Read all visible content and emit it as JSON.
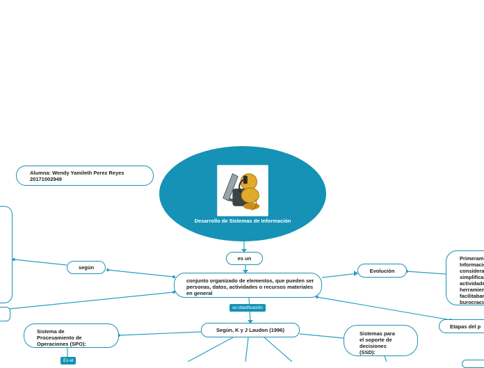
{
  "central": {
    "title": "Desarrollo de Sistemas de Información",
    "image": "person-with-laptop-illustration"
  },
  "nodes": {
    "student": "Alumna: Wendy Yamileth Perez Reyes 20171002949",
    "es_un": "es un",
    "definition": "conjunto organizado de elementos, que pueden ser personas, datos, actividades o recursos materiales en general",
    "segun": "según",
    "evolucion": "Evolución",
    "evolucion_detail": "Primeramente Información considerados simplificar actividades herramientas facilitaban burocracia",
    "etapas": "Etapas del p",
    "laudon": "Según, K y J Laudon (1996)",
    "spo": "Sistema de Procesamiento de Operaciones (SPO):",
    "ssd": "Sistemas para el soporte de decisiones (SSD):"
  },
  "labels": {
    "clasificacion": "su clasificación",
    "es_el": "Es el"
  },
  "colors": {
    "accent": "#1592b6",
    "node_border": "#1a8fb4",
    "link": "#2a9ec4",
    "text": "#1b1b1b"
  }
}
